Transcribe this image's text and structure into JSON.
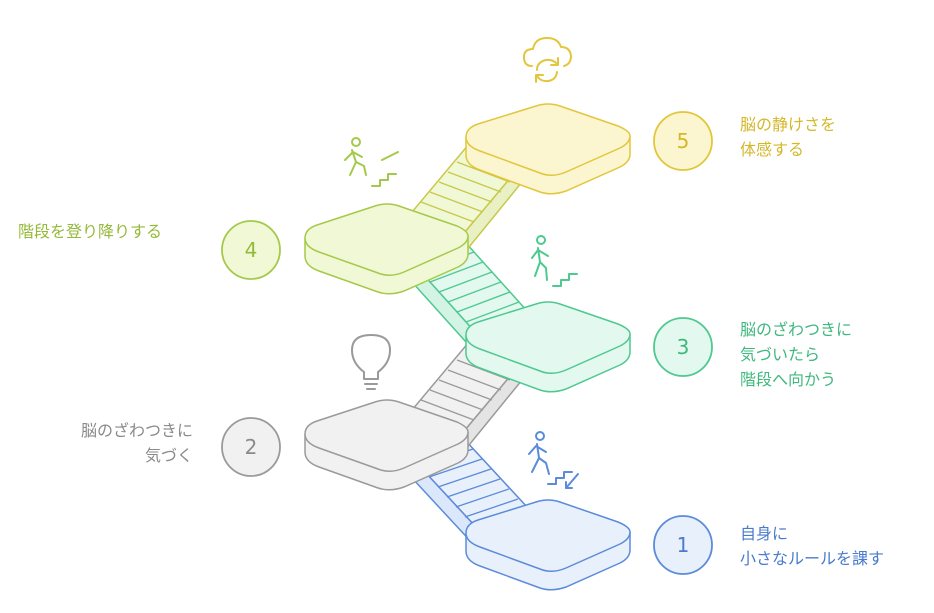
{
  "steps": [
    {
      "number": "1",
      "lines": [
        "自身に",
        "小さなルールを課す"
      ],
      "color": "#5b8bd9",
      "fill": "#e8f0fc"
    },
    {
      "number": "2",
      "lines": [
        "脳のざわつきに",
        "気づく"
      ],
      "color": "#9a9a9a",
      "fill": "#f1f1f1"
    },
    {
      "number": "3",
      "lines": [
        "脳のざわつきに",
        "気づいたら",
        "階段へ向かう"
      ],
      "color": "#4ec98f",
      "fill": "#e3f8ef"
    },
    {
      "number": "4",
      "lines": [
        "階段を登り降りする"
      ],
      "color": "#a5c94a",
      "fill": "#f1f8d6"
    },
    {
      "number": "5",
      "lines": [
        "脳の静けさを",
        "体感する"
      ],
      "color": "#e2c63b",
      "fill": "#fbf5d0"
    }
  ],
  "icons": {
    "step1": "person-walking-down-stairs-icon",
    "step2": "lightbulb-icon",
    "step3": "person-walking-down-stairs-icon",
    "step4": "person-walking-up-stairs-icon",
    "step5": "cloud-refresh-icon"
  }
}
